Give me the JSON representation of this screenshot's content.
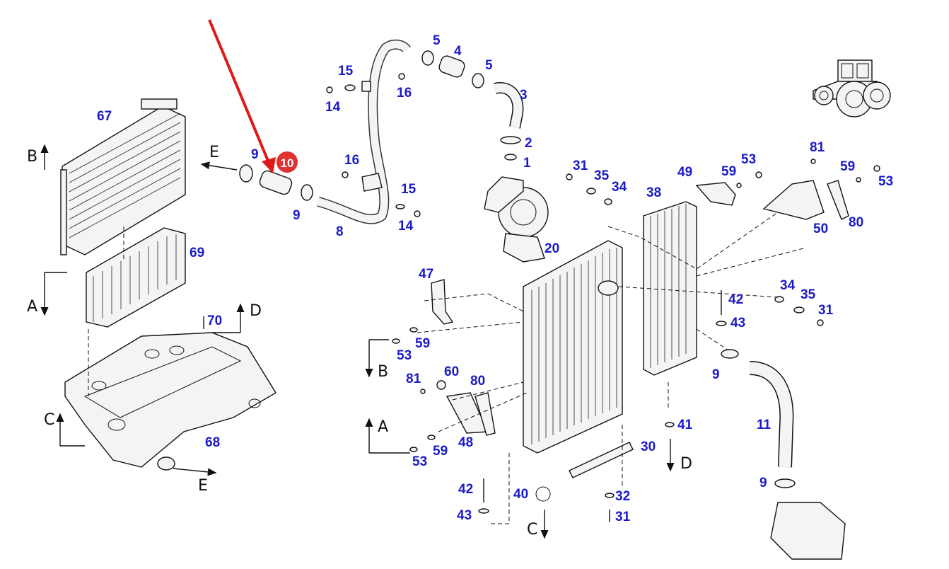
{
  "diagram": {
    "highlighted_part": "10",
    "highlight_color": "#e03030",
    "arrow_color": "#e01818",
    "callout_color": "#1a1ac8"
  },
  "callouts": [
    {
      "id": "c67",
      "text": "67"
    },
    {
      "id": "c69",
      "text": "69"
    },
    {
      "id": "c70",
      "text": "70"
    },
    {
      "id": "c68",
      "text": "68"
    },
    {
      "id": "c9a",
      "text": "9"
    },
    {
      "id": "c9b",
      "text": "9"
    },
    {
      "id": "c8",
      "text": "8"
    },
    {
      "id": "c15a",
      "text": "15"
    },
    {
      "id": "c14a",
      "text": "14"
    },
    {
      "id": "c16a",
      "text": "16"
    },
    {
      "id": "c16b",
      "text": "16"
    },
    {
      "id": "c15b",
      "text": "15"
    },
    {
      "id": "c14b",
      "text": "14"
    },
    {
      "id": "c5a",
      "text": "5"
    },
    {
      "id": "c4",
      "text": "4"
    },
    {
      "id": "c5b",
      "text": "5"
    },
    {
      "id": "c3",
      "text": "3"
    },
    {
      "id": "c2",
      "text": "2"
    },
    {
      "id": "c1",
      "text": "1"
    },
    {
      "id": "c20",
      "text": "20"
    },
    {
      "id": "c31a",
      "text": "31"
    },
    {
      "id": "c35a",
      "text": "35"
    },
    {
      "id": "c34a",
      "text": "34"
    },
    {
      "id": "c38",
      "text": "38"
    },
    {
      "id": "c49",
      "text": "49"
    },
    {
      "id": "c59a",
      "text": "59"
    },
    {
      "id": "c53a",
      "text": "53"
    },
    {
      "id": "c81a",
      "text": "81"
    },
    {
      "id": "c59b",
      "text": "59"
    },
    {
      "id": "c53b",
      "text": "53"
    },
    {
      "id": "c50",
      "text": "50"
    },
    {
      "id": "c80a",
      "text": "80"
    },
    {
      "id": "c47",
      "text": "47"
    },
    {
      "id": "c53c",
      "text": "53"
    },
    {
      "id": "c59c",
      "text": "59"
    },
    {
      "id": "c81b",
      "text": "81"
    },
    {
      "id": "c60",
      "text": "60"
    },
    {
      "id": "c80b",
      "text": "80"
    },
    {
      "id": "c48",
      "text": "48"
    },
    {
      "id": "c53d",
      "text": "53"
    },
    {
      "id": "c59d",
      "text": "59"
    },
    {
      "id": "c42a",
      "text": "42"
    },
    {
      "id": "c43a",
      "text": "43"
    },
    {
      "id": "c40",
      "text": "40"
    },
    {
      "id": "c34b",
      "text": "34"
    },
    {
      "id": "c35b",
      "text": "35"
    },
    {
      "id": "c31b",
      "text": "31"
    },
    {
      "id": "c42b",
      "text": "42"
    },
    {
      "id": "c43b",
      "text": "43"
    },
    {
      "id": "c9c",
      "text": "9"
    },
    {
      "id": "c41",
      "text": "41"
    },
    {
      "id": "c30",
      "text": "30"
    },
    {
      "id": "c32",
      "text": "32"
    },
    {
      "id": "c31c",
      "text": "31"
    },
    {
      "id": "c11",
      "text": "11"
    },
    {
      "id": "c9d",
      "text": "9"
    }
  ],
  "view_letters": [
    {
      "id": "vB1",
      "text": "B"
    },
    {
      "id": "vA1",
      "text": "A"
    },
    {
      "id": "vC1",
      "text": "C"
    },
    {
      "id": "vD1",
      "text": "D"
    },
    {
      "id": "vE1",
      "text": "E"
    },
    {
      "id": "vE2",
      "text": "E"
    },
    {
      "id": "vB2",
      "text": "B"
    },
    {
      "id": "vA2",
      "text": "A"
    },
    {
      "id": "vC2",
      "text": "C"
    },
    {
      "id": "vD2",
      "text": "D"
    }
  ]
}
